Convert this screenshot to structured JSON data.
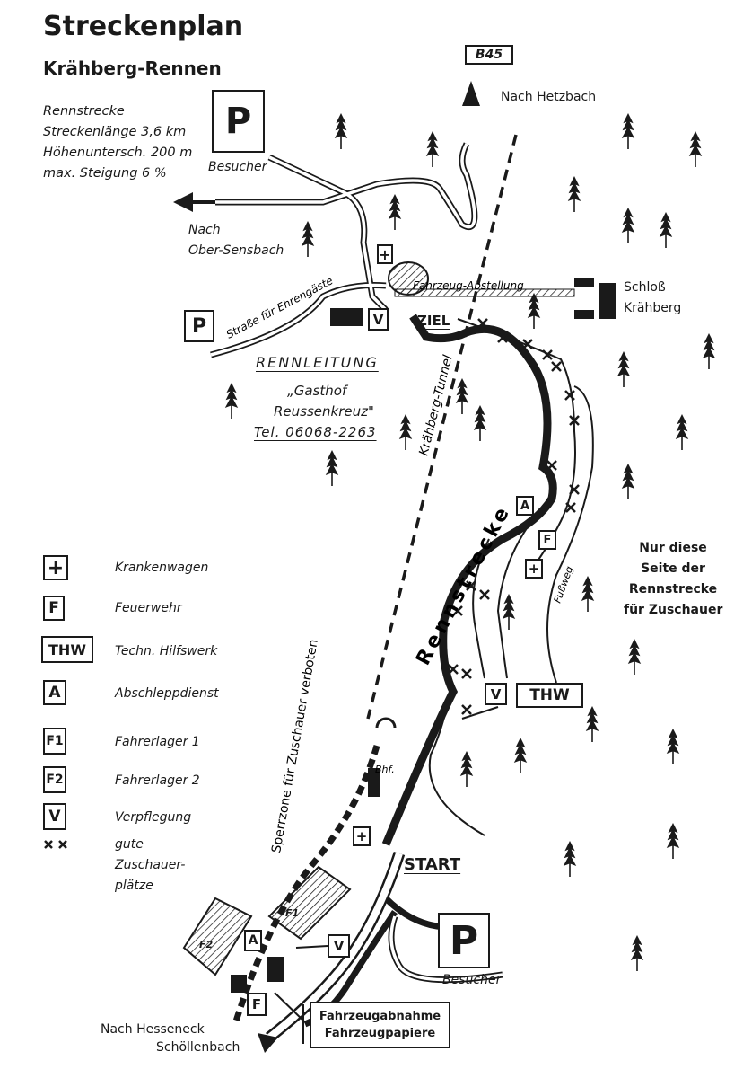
{
  "title": "Streckenplan",
  "subtitle": "Krähberg-Rennen",
  "info": [
    "Rennstrecke",
    "Streckenlänge 3,6 km",
    "Höhenuntersch. 200 m",
    "max. Steigung 6 %"
  ],
  "road_sign": "B45",
  "parking": {
    "symbol": "P",
    "label": "Besucher"
  },
  "places": {
    "hetzbach": "Nach Hetzbach",
    "ober_1": "Nach",
    "ober_2": "Ober-Sensbach",
    "hesseneck_1": "Nach Hesseneck",
    "hesseneck_2": "Schöllenbach",
    "schloss_1": "Schloß",
    "schloss_2": "Krähberg",
    "ehrengaeste": "Straße für Ehrengäste",
    "abstellung": "Fahrzeug-Abstellung",
    "ziel": "ZIEL",
    "start": "START",
    "tunnel": "Krähberg-Tunnel",
    "rennstrecke": "Rennstrecke",
    "sperrzone": "Sperrzone für Zuschauer verboten",
    "fussweg": "Fußweg",
    "bhf": "Bhf."
  },
  "rennleitung": {
    "heading": "RENNLEITUNG",
    "line1": "„Gasthof",
    "line2": "Reussenkreuz\"",
    "tel": "Tel. 06068-2263"
  },
  "zuschauer_note": [
    "Nur diese",
    "Seite der",
    "Rennstrecke",
    "für Zuschauer"
  ],
  "legend": [
    {
      "symbol": "+",
      "label": "Krankenwagen",
      "icon": "ambulance-cross-icon"
    },
    {
      "symbol": "F",
      "label": "Feuerwehr",
      "icon": "fire-brigade-icon"
    },
    {
      "symbol": "THW",
      "label": "Techn. Hilfswerk",
      "icon": "thw-icon"
    },
    {
      "symbol": "A",
      "label": "Abschleppdienst",
      "icon": "towing-icon"
    },
    {
      "symbol": "F1",
      "label": "Fahrerlager 1",
      "icon": "paddock-1-icon"
    },
    {
      "symbol": "F2",
      "label": "Fahrerlager 2",
      "icon": "paddock-2-icon"
    },
    {
      "symbol": "V",
      "label": "Verpflegung",
      "icon": "catering-icon"
    },
    {
      "symbol": "x x",
      "label": "gute Zuschauer- plätze",
      "label_lines": [
        "gute",
        "Zuschauer-",
        "plätze"
      ],
      "icon": "spectator-cross-icon"
    }
  ],
  "map_symbols": {
    "v": "V",
    "a": "A",
    "f": "F",
    "thw": "THW",
    "f1": "F1",
    "f2": "F2"
  },
  "inspection": [
    "Fahrzeugabnahme",
    "Fahrzeugpapiere"
  ],
  "colors": {
    "ink": "#1a1a1a",
    "paper": "#ffffff"
  }
}
